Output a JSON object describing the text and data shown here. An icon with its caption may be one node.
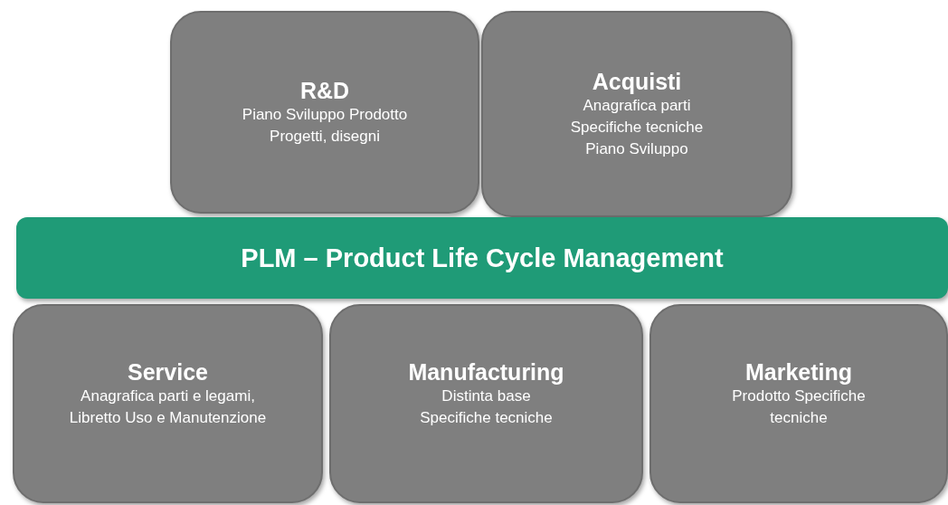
{
  "diagram": {
    "nodes": [
      {
        "text": [
          "R&D",
          "Piano Sviluppo Prodotto Progetti, disegni"
        ]
      },
      {
        "text": [
          "Acquisti",
          "Anagrafica parti Specifiche tecniche Piano Sviluppo"
        ]
      },
      {
        "text": [
          "PLM – Product Life Cycle Management"
        ]
      },
      {
        "text": [
          "Service",
          "Anagrafica parti e legami, Libretto Uso e Manutenzione"
        ]
      },
      {
        "text": [
          "Manufacturing",
          "Distinta base Specifiche tecniche"
        ]
      },
      {
        "text": [
          "Marketing",
          "Prodotto Specifiche tecniche"
        ]
      }
    ]
  }
}
